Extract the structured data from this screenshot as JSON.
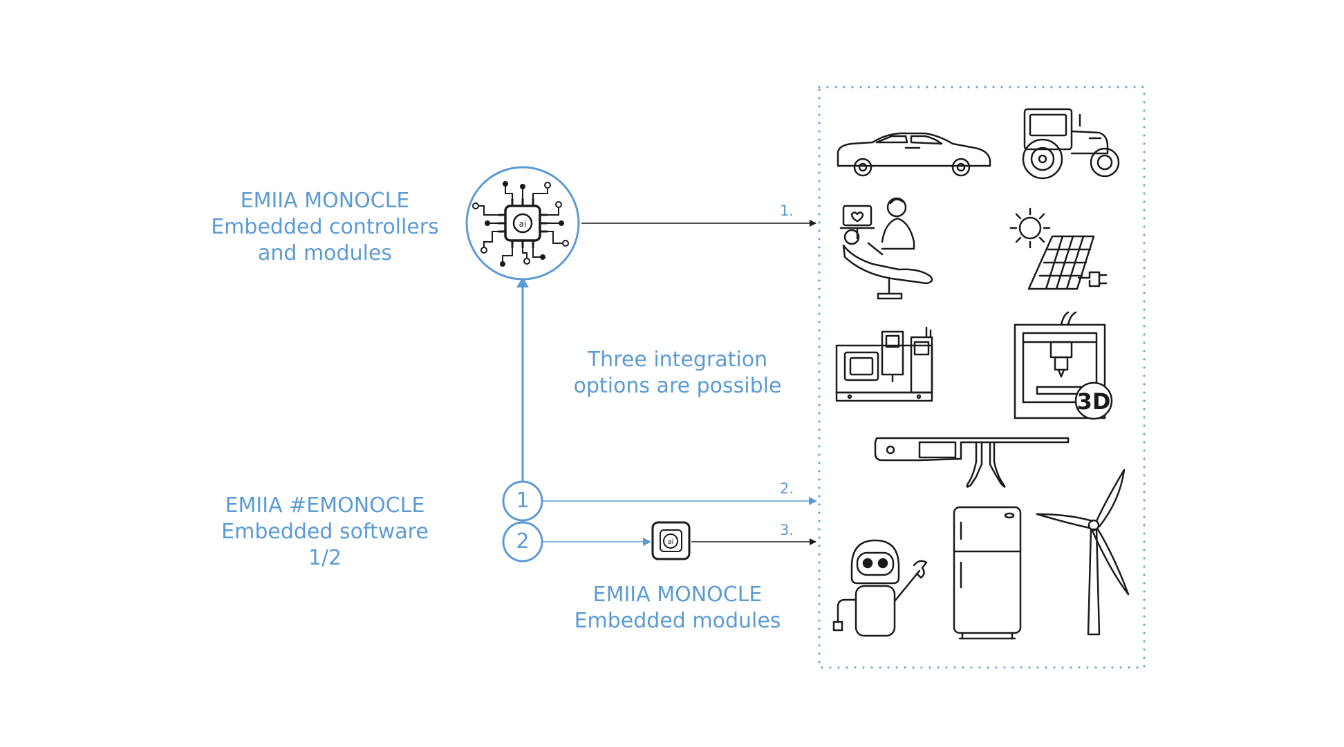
{
  "colors": {
    "accent": "#5b9bd5",
    "ink": "#1a1a1a",
    "background": "#ffffff"
  },
  "labels": {
    "controllers": [
      "EMIIA MONOCLE",
      "Embedded controllers",
      "and modules"
    ],
    "software": [
      "EMIIA #EMONOCLE",
      "Embedded software",
      "1/2"
    ],
    "options": [
      "Three integration",
      "options are possible"
    ],
    "modules": [
      "EMIIA MONOCLE",
      "Embedded modules"
    ]
  },
  "badges": {
    "one": "1",
    "two": "2"
  },
  "arrow_labels": {
    "first": "1.",
    "second": "2.",
    "third": "3."
  },
  "applications": [
    "car-icon",
    "tractor-icon",
    "dental-chair-icon",
    "solar-panel-icon",
    "cnc-machine-icon",
    "3d-printer-icon",
    "smart-glasses-icon",
    "robot-icon",
    "refrigerator-icon",
    "wind-turbine-icon"
  ],
  "chip_glyph": "ai"
}
